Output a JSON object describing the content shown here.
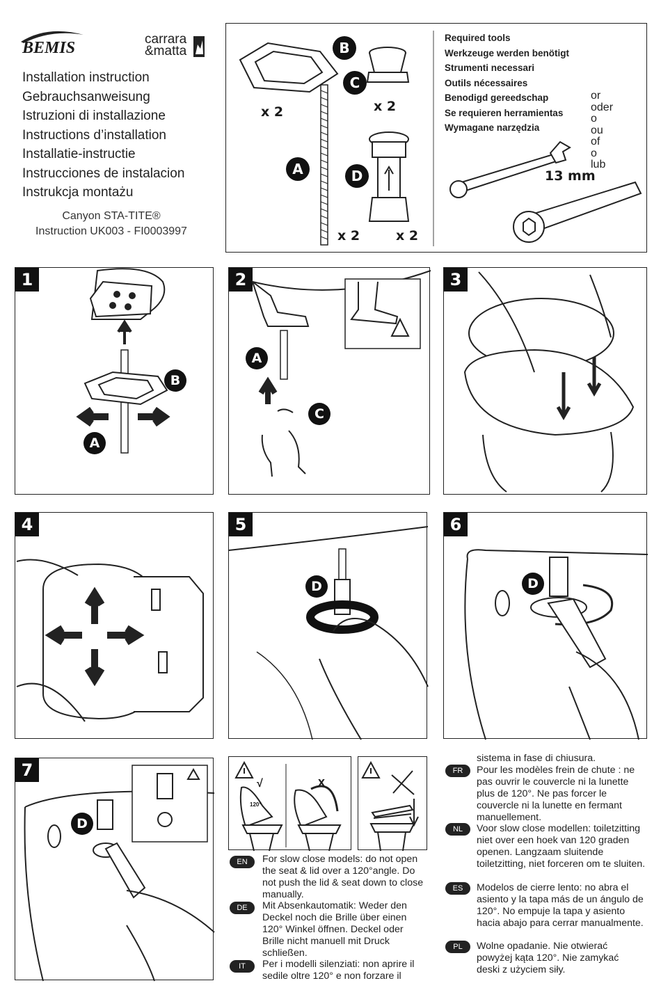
{
  "brand": {
    "bemis": "BEMIS",
    "carrara_line1": "carrara",
    "carrara_line2": "&matta"
  },
  "titles": [
    "Installation instruction",
    "Gebrauchsanweisung",
    "Istruzioni di installazione",
    "Instructions d’installation",
    "Installatie-instructie",
    "Instrucciones de instalacion",
    "Instrukcja montażu"
  ],
  "product": {
    "name": "Canyon STA-TITE®",
    "code": "Instruction UK003 - FI0003997"
  },
  "parts": {
    "labels": {
      "a": "A",
      "b": "B",
      "c": "C",
      "d": "D"
    },
    "qty_b": "x 2",
    "qty_c": "x 2",
    "qty_a": "x 2",
    "qty_d": "x 2"
  },
  "tools": {
    "lines": [
      "Required tools",
      "Werkzeuge werden benötigt",
      "Strumenti necessari",
      "Outils nécessaires",
      "Benodigd gereedschap",
      "Se requieren herramientas",
      "Wymagane narzędzia"
    ],
    "or_words": [
      "or",
      "oder",
      "o",
      "ou",
      "of",
      "o",
      "lub"
    ],
    "size": "13 mm"
  },
  "steps": [
    "1",
    "2",
    "3",
    "4",
    "5",
    "6",
    "7"
  ],
  "warnings": {
    "angle": "120°",
    "ok": "√",
    "no": "x"
  },
  "notes": [
    {
      "code": "EN",
      "text": "For slow close models: do not open the seat & lid over a 120°angle. Do not push the lid & seat down to close manually."
    },
    {
      "code": "DE",
      "text": "Mit Absenkautomatik: Weder den Deckel noch die Brille über einen 120° Winkel öffnen. Deckel oder Brille nicht manuell mit Druck schließen."
    },
    {
      "code": "IT",
      "text": "Per i modelli silenziati: non aprire il sedile oltre 120° e non forzare il"
    },
    {
      "code": "",
      "text": "sistema in fase di chiusura."
    },
    {
      "code": "FR",
      "text": "Pour les modèles frein de chute : ne pas ouvrir le couvercle ni la lunette plus de 120°. Ne pas forcer le couvercle ni la lunette en fermant manuellement."
    },
    {
      "code": "NL",
      "text": "Voor slow close modellen: toiletzitting niet over een hoek van 120 graden openen. Langzaam sluitende toiletzitting, niet forceren om te sluiten."
    },
    {
      "code": "ES",
      "text": "Modelos de cierre lento: no abra el asiento y la tapa más de un ángulo de 120°. No empuje la tapa y asiento hacia abajo para cerrar manualmente."
    },
    {
      "code": "PL",
      "text": "Wolne opadanie. Nie otwierać powyżej kąta 120°. Nie zamykać deski z użyciem siły."
    }
  ]
}
